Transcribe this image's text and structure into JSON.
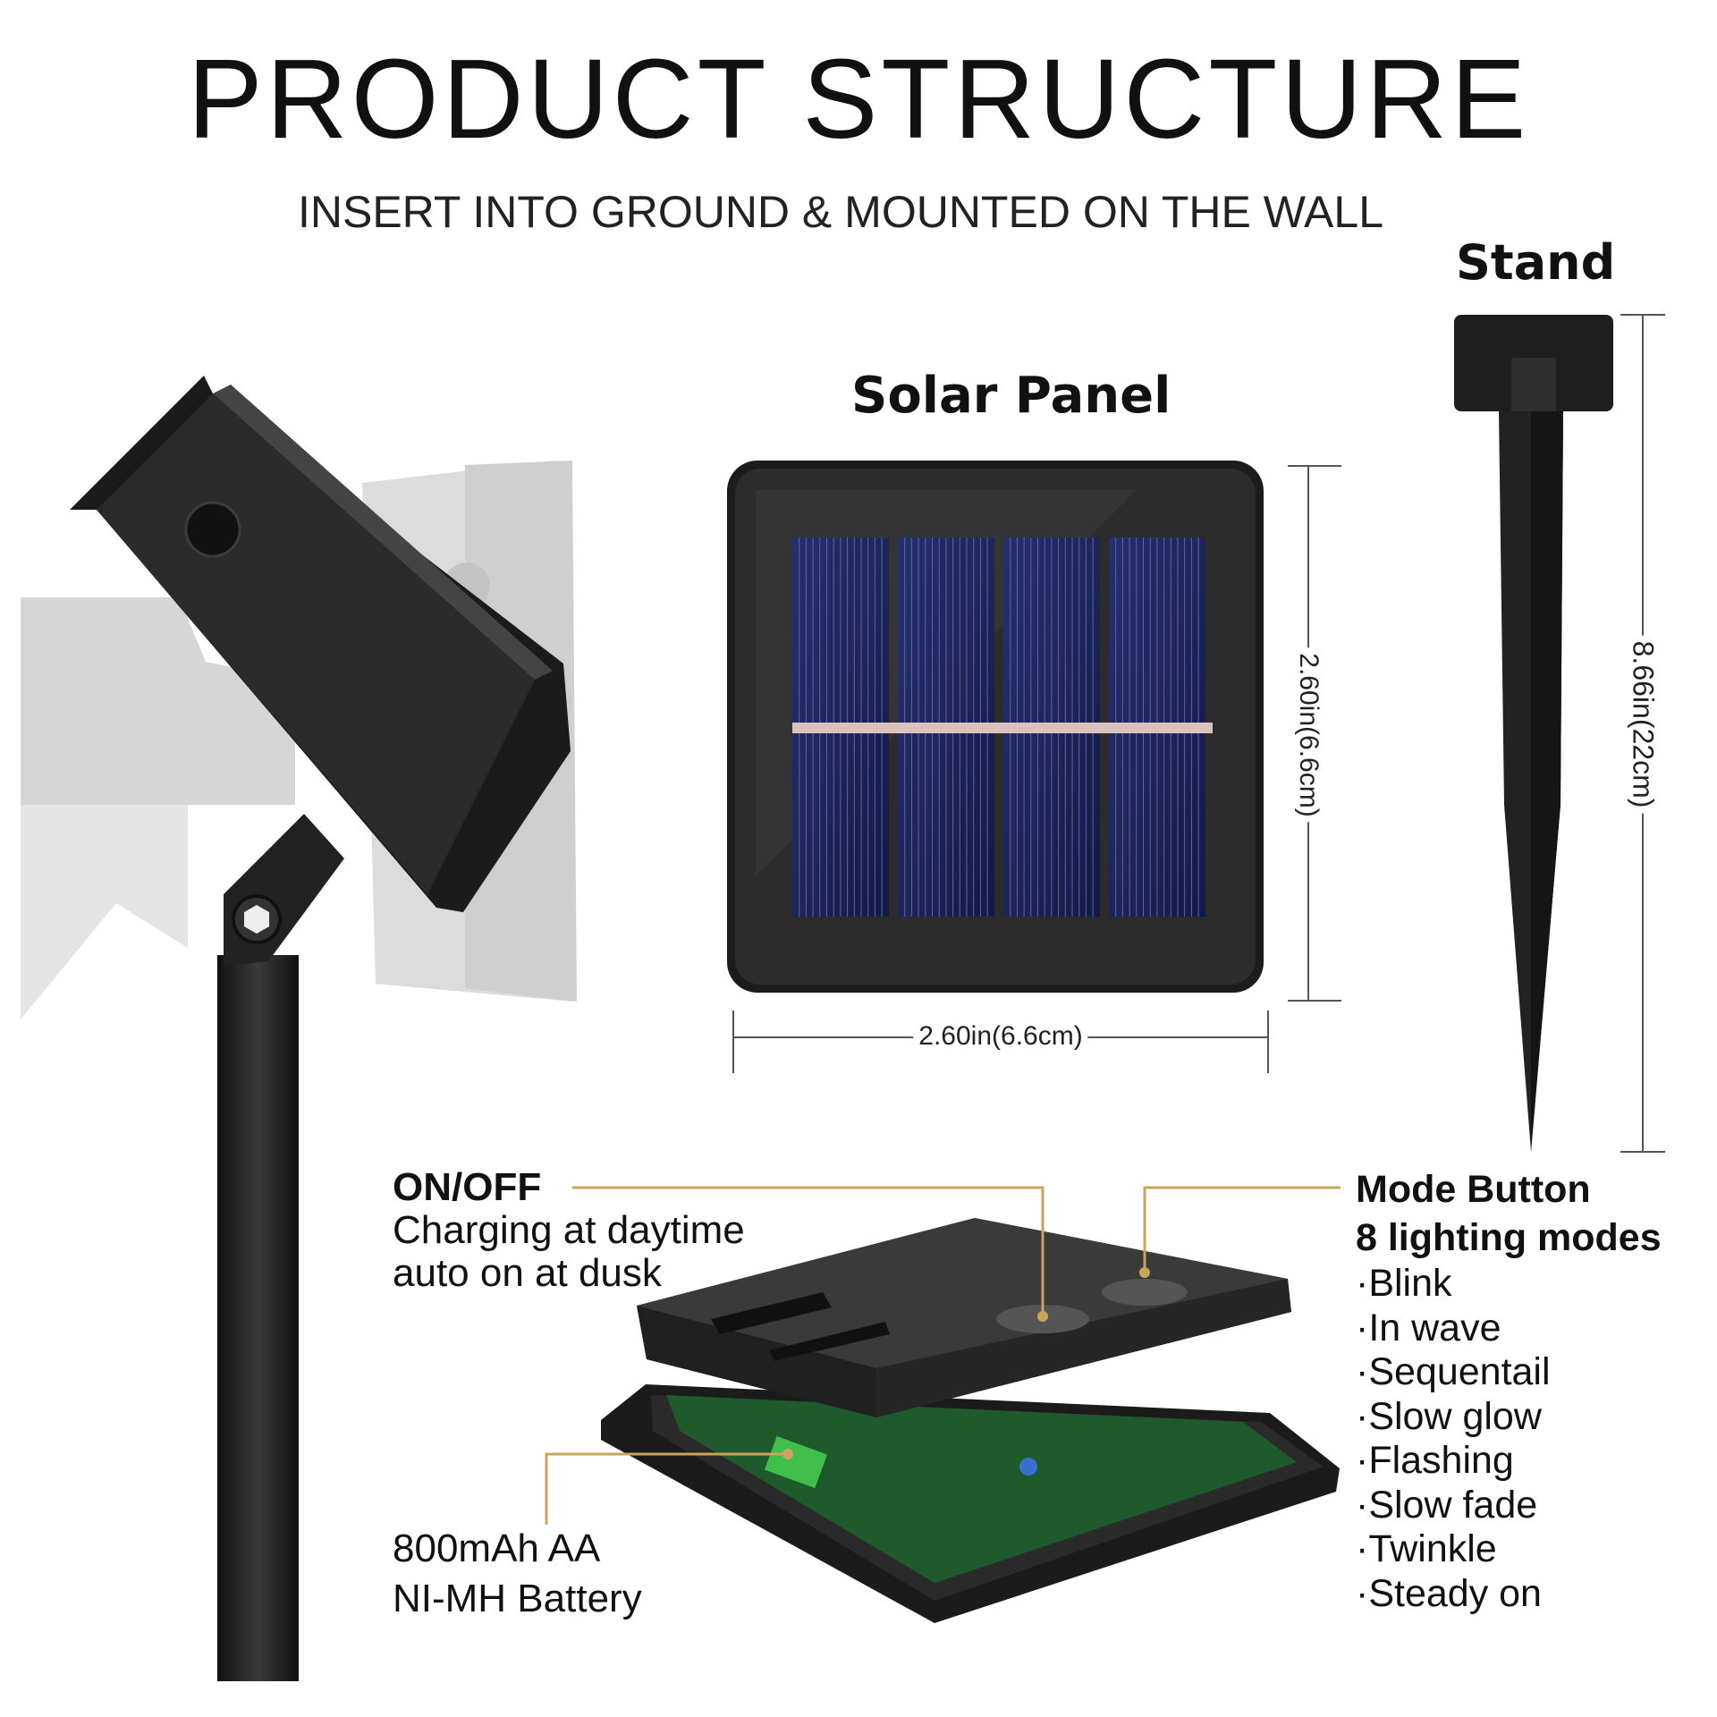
{
  "title": "PRODUCT STRUCTURE",
  "subtitle": "INSERT INTO GROUND & MOUNTED ON THE WALL",
  "solar_panel": {
    "label": "Solar Panel",
    "height_dim": "2.60in(6.6cm)",
    "width_dim": "2.60in(6.6cm)"
  },
  "stand": {
    "label": "Stand",
    "height_dim": "8.66in(22cm)"
  },
  "on_off": {
    "label": "ON/OFF",
    "line1": "Charging at daytime",
    "line2": "auto on at dusk"
  },
  "battery": {
    "line1": "800mAh AA",
    "line2": "NI-MH Battery"
  },
  "mode_button": {
    "label": "Mode Button",
    "subtitle": "8 lighting modes",
    "modes": [
      "·Blink",
      "·In wave",
      "·Sequentail",
      "·Slow glow",
      "·Flashing",
      "·Slow fade",
      "·Twinkle",
      "·Steady on"
    ]
  },
  "colors": {
    "leader": "#c9a45a",
    "device": "#2a2a2a",
    "cell": "#1d2a66"
  }
}
